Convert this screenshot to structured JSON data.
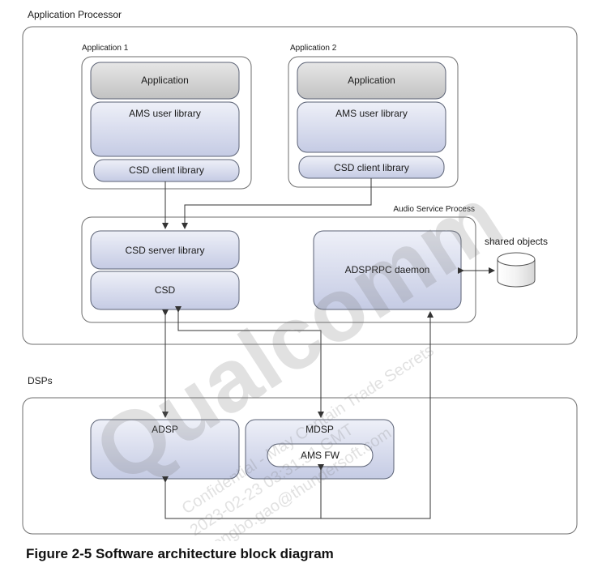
{
  "regions": {
    "application_processor": "Application Processor",
    "dsps": "DSPs"
  },
  "app1": {
    "title": "Application 1",
    "application": "Application",
    "ams_user_library": "AMS user library",
    "csd_client_library": "CSD client library"
  },
  "app2": {
    "title": "Application 2",
    "application": "Application",
    "ams_user_library": "AMS user library",
    "csd_client_library": "CSD client library"
  },
  "audio_service": {
    "title": "Audio Service Process",
    "csd_server_library": "CSD server library",
    "csd": "CSD",
    "adsprpc_daemon": "ADSPRPC daemon"
  },
  "shared_objects": "shared objects",
  "dsp": {
    "adsp": "ADSP",
    "mdsp": "MDSP",
    "ams_fw": "AMS FW"
  },
  "watermark": {
    "brand": "Qualcomm",
    "line1": "Confidential - May Contain Trade Secrets",
    "line2": "2023-02-23 03:31:51 GMT",
    "line3": "chengbo.gao@thundersoft.com"
  },
  "caption": "Figure 2-5  Software architecture block diagram",
  "colors": {
    "box_fill_top": "#e9ecf6",
    "box_fill_bottom": "#c3c9e3",
    "app_fill_top": "#e2e2e2",
    "app_fill_bottom": "#bfbfbf",
    "border": "#5b6275"
  }
}
